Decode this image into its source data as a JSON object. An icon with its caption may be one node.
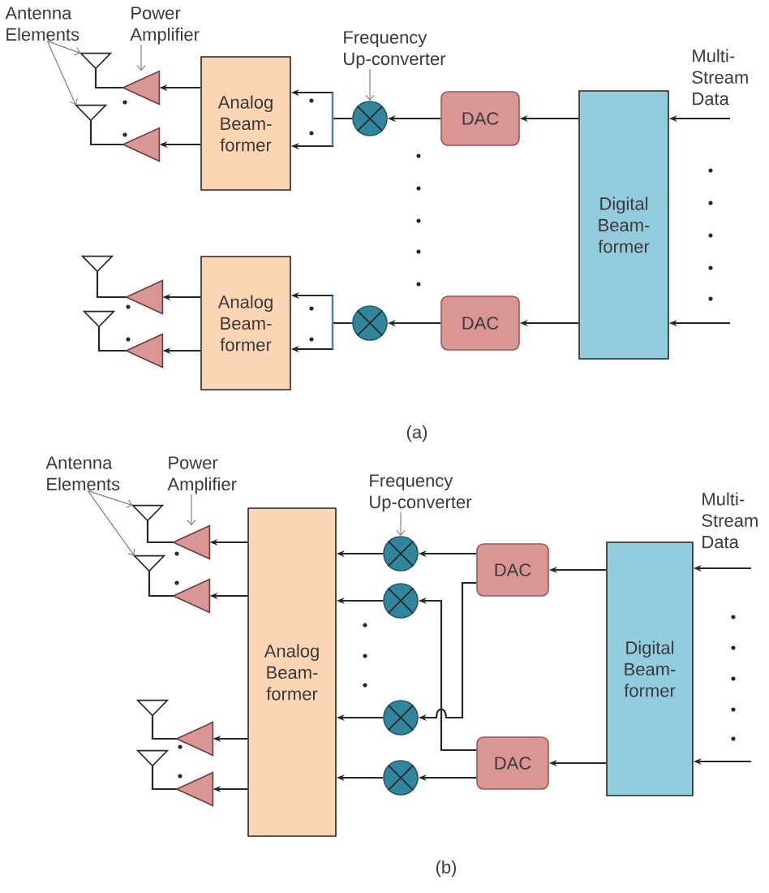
{
  "diagram": {
    "nodes": [
      {
        "text": [
          "Antenna Elements"
        ]
      },
      {
        "text": [
          "Power Amplifier"
        ]
      },
      {
        "text": [
          "Frequency Up-converter"
        ]
      },
      {
        "text": [],
        "shape": "antenna"
      },
      {
        "text": [],
        "shape": "antenna"
      },
      {
        "text": [],
        "shape": "triangle"
      },
      {
        "text": [],
        "shape": "triangle"
      },
      {
        "text": [
          "Analog Beam- former"
        ]
      },
      {
        "text": [],
        "shape": "circle"
      },
      {
        "text": [
          "DAC"
        ]
      },
      {
        "text": [
          "Digital Beam- former"
        ]
      },
      {
        "text": [],
        "shape": "antenna"
      },
      {
        "text": [],
        "shape": "antenna"
      },
      {
        "text": [],
        "shape": "triangle"
      },
      {
        "text": [],
        "shape": "triangle"
      },
      {
        "text": [
          "Analog Beam- former"
        ]
      },
      {
        "text": [],
        "shape": "circle"
      },
      {
        "text": [
          "DAC"
        ]
      },
      {
        "text": [
          "Antenna Elements"
        ]
      },
      {
        "text": [
          "Power Amplifier"
        ]
      },
      {
        "text": [
          "Frequency Up-converter"
        ]
      },
      {
        "text": [],
        "shape": "antenna"
      },
      {
        "text": [],
        "shape": "antenna"
      },
      {
        "text": [],
        "shape": "triangle"
      },
      {
        "text": [],
        "shape": "triangle"
      },
      {
        "text": [
          "Analog Beam- former"
        ]
      },
      {
        "text": [],
        "shape": "circle"
      },
      {
        "text": [
          "DAC"
        ]
      },
      {
        "text": [
          "Digital Beam- former"
        ]
      },
      {
        "text": [],
        "shape": "circle"
      },
      {
        "text": [],
        "shape": "antenna"
      },
      {
        "text": [],
        "shape": "antenna"
      },
      {
        "text": [],
        "shape": "triangle"
      },
      {
        "text": [],
        "shape": "triangle"
      },
      {
        "text": [],
        "shape": "circle"
      },
      {
        "text": [],
        "shape": "circle"
      },
      {
        "text": [
          "DAC"
        ]
      }
    ],
    "edges": [
      {
        "from": 0,
        "to": 3,
        "arrow": "to",
        "color": "#808080"
      },
      {
        "from": 0,
        "to": 4,
        "arrow": "to",
        "color": "#808080"
      },
      {
        "from": 1,
        "to": 5,
        "arrow": "to",
        "color": "#808080"
      },
      {
        "from": 2,
        "to": 8,
        "arrow": "to",
        "color": "#808080"
      },
      {
        "from": 5,
        "to": 3,
        "arrow": "none"
      },
      {
        "from": 6,
        "to": 4,
        "arrow": "none"
      },
      {
        "from": 7,
        "to": 5,
        "arrow": "to"
      },
      {
        "from": 7,
        "to": 6,
        "arrow": "to"
      },
      {
        "from": 8,
        "to": 7,
        "arrow": "to"
      },
      {
        "from": 8,
        "to": 7,
        "arrow": "to"
      },
      {
        "from": 9,
        "to": 8,
        "arrow": "to"
      },
      {
        "from": 10,
        "to": 9,
        "arrow": "to"
      },
      {
        "from": null,
        "to": 10,
        "arrow": "to"
      },
      {
        "from": null,
        "to": 10,
        "arrow": "to"
      },
      {
        "from": 13,
        "to": 11,
        "arrow": "none"
      },
      {
        "from": 14,
        "to": 12,
        "arrow": "none"
      },
      {
        "from": 15,
        "to": 13,
        "arrow": "to"
      },
      {
        "from": 15,
        "to": 14,
        "arrow": "to"
      },
      {
        "from": 16,
        "to": 15,
        "arrow": "to"
      },
      {
        "from": 16,
        "to": 15,
        "arrow": "to"
      },
      {
        "from": 17,
        "to": 16,
        "arrow": "to"
      },
      {
        "from": 10,
        "to": 17,
        "arrow": "to"
      },
      {
        "from": 18,
        "to": 21,
        "arrow": "to",
        "color": "#808080"
      },
      {
        "from": 18,
        "to": 22,
        "arrow": "to",
        "color": "#808080"
      },
      {
        "from": 19,
        "to": 23,
        "arrow": "to",
        "color": "#808080"
      },
      {
        "from": 20,
        "to": 26,
        "arrow": "to",
        "color": "#808080"
      },
      {
        "from": 23,
        "to": 21,
        "arrow": "none"
      },
      {
        "from": 24,
        "to": 22,
        "arrow": "none"
      },
      {
        "from": 25,
        "to": 23,
        "arrow": "to"
      },
      {
        "from": 25,
        "to": 24,
        "arrow": "to"
      },
      {
        "from": 32,
        "to": 30,
        "arrow": "none"
      },
      {
        "from": 33,
        "to": 31,
        "arrow": "none"
      },
      {
        "from": 25,
        "to": 32,
        "arrow": "to"
      },
      {
        "from": 25,
        "to": 33,
        "arrow": "to"
      },
      {
        "from": 26,
        "to": 25,
        "arrow": "to"
      },
      {
        "from": 29,
        "to": 25,
        "arrow": "to"
      },
      {
        "from": 34,
        "to": 25,
        "arrow": "to"
      },
      {
        "from": 35,
        "to": 25,
        "arrow": "to"
      },
      {
        "from": 27,
        "to": 26,
        "arrow": "to"
      },
      {
        "from": 27,
        "to": 34,
        "arrow": "to"
      },
      {
        "from": 36,
        "to": 29,
        "arrow": "to"
      },
      {
        "from": 36,
        "to": 35,
        "arrow": "to"
      },
      {
        "from": 28,
        "to": 27,
        "arrow": "to"
      },
      {
        "from": 28,
        "to": 36,
        "arrow": "to"
      },
      {
        "from": null,
        "to": 28,
        "arrow": "to"
      },
      {
        "from": null,
        "to": 28,
        "arrow": "to"
      }
    ],
    "labels": [
      "Multi- Stream Data",
      "(a)",
      "Multi- Stream Data",
      "(b)"
    ]
  }
}
